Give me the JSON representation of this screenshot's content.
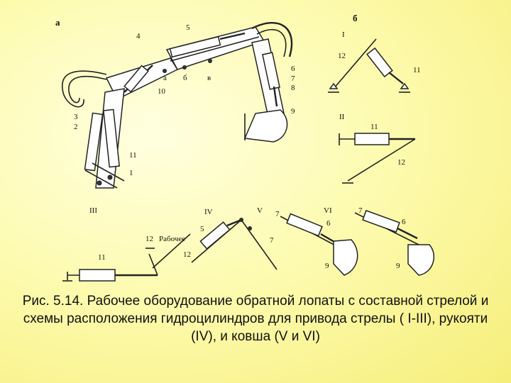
{
  "figure": {
    "panel_a": "а",
    "panel_b": "б",
    "scheme_I": "I",
    "scheme_II": "II",
    "scheme_III": "III",
    "scheme_IV": "IV",
    "scheme_V": "V",
    "scheme_VI": "VI",
    "labels_a": {
      "n1": "1",
      "n2": "2",
      "n3": "3",
      "n4": "4",
      "n5": "5",
      "n6": "6",
      "n7": "7",
      "n8": "8",
      "n9": "9",
      "n10": "10",
      "n11": "11",
      "pa": "а",
      "pb": "б",
      "pv": "в"
    },
    "labels_I": {
      "n12": "12",
      "n11": "11"
    },
    "labels_II": {
      "n11": "11",
      "n12": "12"
    },
    "labels_III": {
      "n11": "11",
      "n12": "12",
      "top": "Рабочее"
    },
    "labels_IV": {
      "n5": "5",
      "n12": "12"
    },
    "labels_V": {
      "n7a": "7",
      "n7b": "7",
      "n6": "6",
      "n9": "9"
    },
    "labels_VI": {
      "n7": "7",
      "n6": "6",
      "n9": "9"
    }
  },
  "caption": "Рис. 5.14. Рабочее оборудование обратной лопаты с составной стрелой и схемы расположения гидроцилиндров для привода стрелы ( I-III), рукояти (IV), и ковша (V и VI)"
}
